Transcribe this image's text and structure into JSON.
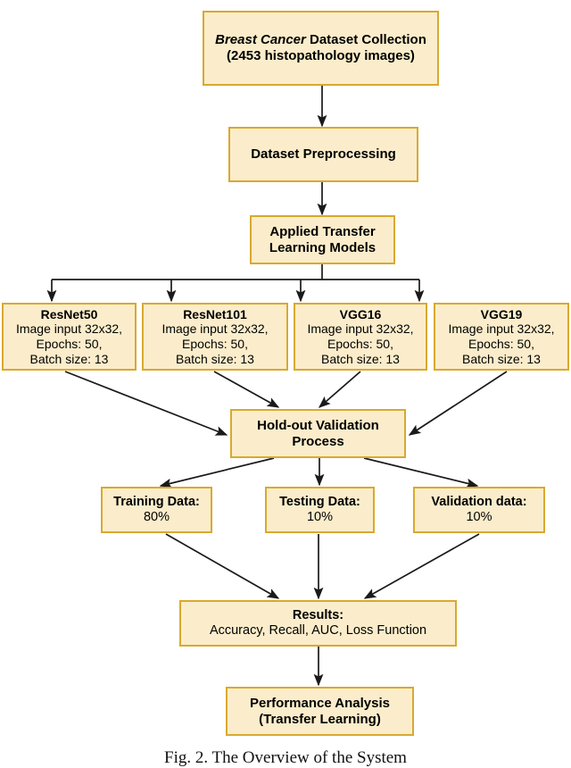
{
  "figure": {
    "caption": "Fig. 2. The Overview of the System",
    "box_fill": "#FBEDCB",
    "box_border": "#D9A92F",
    "edge_color": "#1a1a1a",
    "background": "#FFFFFF"
  },
  "nodes": {
    "dataset": {
      "title_emphasis": "Breast Cancer",
      "title_rest": " Dataset Collection",
      "subtitle": "(2453 histopathology images)"
    },
    "preprocess": {
      "title": "Dataset Preprocessing"
    },
    "applied": {
      "title_line1": "Applied Transfer",
      "title_line2": "Learning Models"
    },
    "resnet50": {
      "title": "ResNet50",
      "line1": "Image input 32x32,",
      "line2": "Epochs: 50,",
      "line3": "Batch size: 13"
    },
    "resnet101": {
      "title": "ResNet101",
      "line1": "Image input 32x32,",
      "line2": "Epochs: 50,",
      "line3": "Batch size: 13"
    },
    "vgg16": {
      "title": "VGG16",
      "line1": "Image input 32x32,",
      "line2": "Epochs: 50,",
      "line3": "Batch size: 13"
    },
    "vgg19": {
      "title": "VGG19",
      "line1": "Image input 32x32,",
      "line2": "Epochs: 50,",
      "line3": "Batch size: 13"
    },
    "holdout": {
      "title_line1": "Hold-out Validation",
      "title_line2": "Process"
    },
    "training": {
      "title": "Training Data:",
      "value": "80%"
    },
    "testing": {
      "title": "Testing Data:",
      "value": "10%"
    },
    "validation": {
      "title": "Validation data:",
      "value": "10%"
    },
    "results": {
      "title": "Results:",
      "value": "Accuracy, Recall, AUC, Loss Function"
    },
    "performance": {
      "title_line1": "Performance Analysis",
      "title_line2": "(Transfer Learning)"
    }
  },
  "edges": [
    {
      "name": "dataset-to-preprocess",
      "from": "dataset",
      "to": "preprocess"
    },
    {
      "name": "preprocess-to-applied",
      "from": "preprocess",
      "to": "applied"
    },
    {
      "name": "applied-to-resnet50",
      "from": "applied",
      "to": "resnet50"
    },
    {
      "name": "applied-to-resnet101",
      "from": "applied",
      "to": "resnet101"
    },
    {
      "name": "applied-to-vgg16",
      "from": "applied",
      "to": "vgg16"
    },
    {
      "name": "applied-to-vgg19",
      "from": "applied",
      "to": "vgg19"
    },
    {
      "name": "resnet50-to-holdout",
      "from": "resnet50",
      "to": "holdout"
    },
    {
      "name": "resnet101-to-holdout",
      "from": "resnet101",
      "to": "holdout"
    },
    {
      "name": "vgg16-to-holdout",
      "from": "vgg16",
      "to": "holdout"
    },
    {
      "name": "vgg19-to-holdout",
      "from": "vgg19",
      "to": "holdout"
    },
    {
      "name": "holdout-to-training",
      "from": "holdout",
      "to": "training"
    },
    {
      "name": "holdout-to-testing",
      "from": "holdout",
      "to": "testing"
    },
    {
      "name": "holdout-to-validation",
      "from": "holdout",
      "to": "validation"
    },
    {
      "name": "training-to-results",
      "from": "training",
      "to": "results"
    },
    {
      "name": "testing-to-results",
      "from": "testing",
      "to": "results"
    },
    {
      "name": "validation-to-results",
      "from": "validation",
      "to": "results"
    },
    {
      "name": "results-to-performance",
      "from": "results",
      "to": "performance"
    }
  ]
}
